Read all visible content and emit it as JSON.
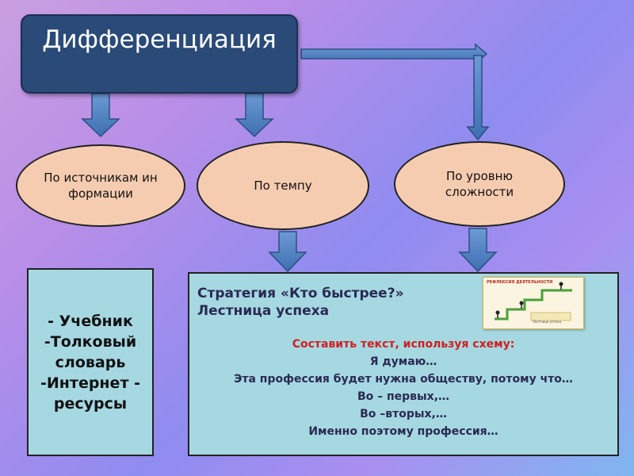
{
  "title": "Дифференциация",
  "categories": [
    {
      "label": "По источникам информации"
    },
    {
      "label": "По темпу"
    },
    {
      "label": "По уровню сложности"
    }
  ],
  "sources": [
    "- Учебник",
    "-Толковый",
    "словарь",
    "-Интернет -",
    "ресурсы"
  ],
  "strategy": {
    "line1": "Стратегия  «Кто быстрее?»",
    "line2": "Лестница успеха",
    "task": "Составить текст, используя схему:",
    "lines": [
      "Я думаю…",
      "Эта профессия будет нужна обществу, потому что…",
      "Во – первых,…",
      "Во –вторых,…",
      "Именно поэтому профессия…"
    ]
  },
  "ladder_image": {
    "caption": "РЕФЛЕКСИЯ ДЕЯТЕЛЬНОСТИ",
    "bottom_label": "Лестница успеха"
  },
  "colors": {
    "title_fill": "#2a4a78",
    "ellipse_fill": "#f6ccb0",
    "box_fill": "#a6d8e2",
    "arrow_fill": "#4f80c0",
    "red_text": "#d02020"
  }
}
